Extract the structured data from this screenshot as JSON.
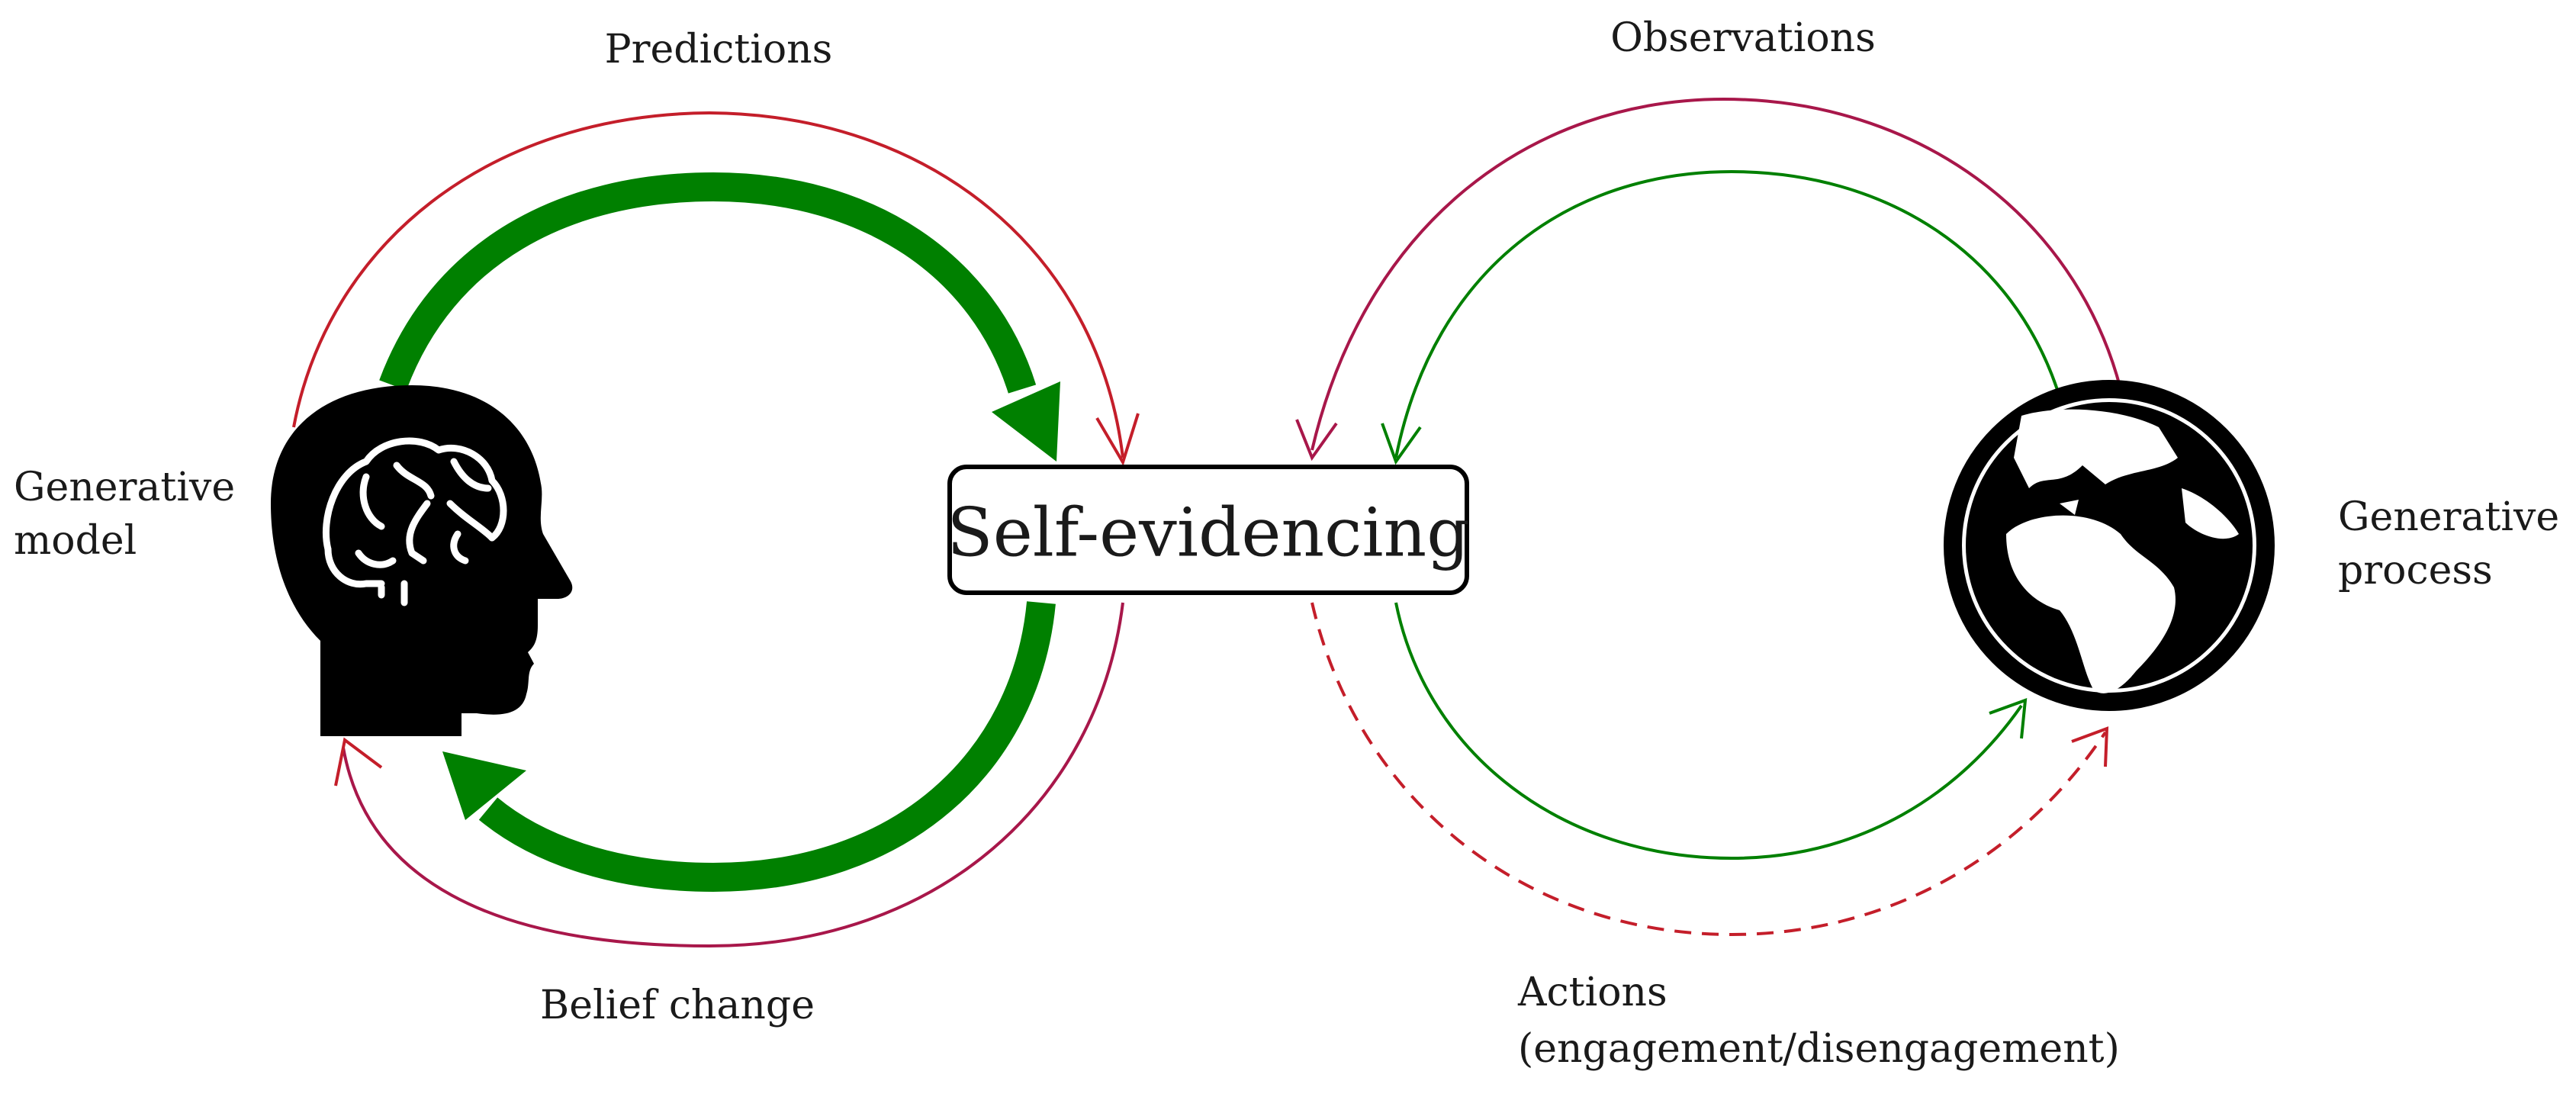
{
  "labels": {
    "predictions": "Predictions",
    "observations": "Observations",
    "generative_model_line1": "Generative",
    "generative_model_line2": "model",
    "generative_process_line1": "Generative",
    "generative_process_line2": "process",
    "self_evidencing": "Self-evidencing",
    "belief_change": "Belief change",
    "actions_line1": "Actions",
    "actions_line2": "(engagement/disengagement)"
  },
  "icons": {
    "head": "head-with-brain-icon",
    "globe": "globe-earth-icon"
  },
  "colors": {
    "green": "#008000",
    "red": "#c41e2a",
    "crimson": "#a8174a",
    "black": "#000000"
  }
}
